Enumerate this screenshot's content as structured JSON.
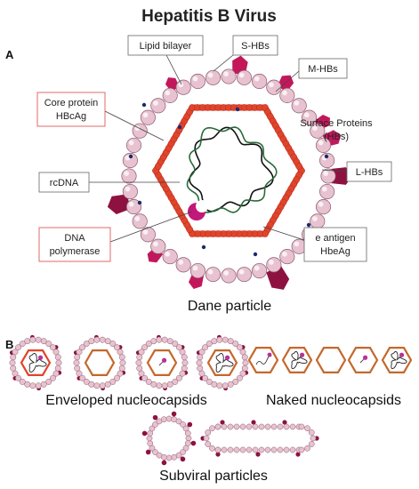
{
  "title": "Hepatitis B Virus",
  "panel_a": {
    "letter": "A",
    "caption": "Dane particle",
    "labels": {
      "lipid_bilayer": "Lipid bilayer",
      "s_hbs": "S-HBs",
      "m_hbs": "M-HBs",
      "core_line1": "Core protein",
      "core_line2": "HBcAg",
      "surface_line1": "Surface Proteins",
      "surface_line2": "(HBs)",
      "rcdna": "rcDNA",
      "l_hbs": "L-HBs",
      "polymerase_line1": "DNA",
      "polymerase_line2": "polymerase",
      "eantigen_line1": "e antigen",
      "eantigen_line2": "HbeAg"
    }
  },
  "panel_b": {
    "letter": "B",
    "enveloped": "Enveloped nucleocapsids",
    "naked": "Naked nucleocapsids",
    "subviral": "Subviral particles"
  },
  "colors": {
    "bead": "#e8c2d0",
    "bead_stroke": "#8a5a6c",
    "capsid": "#e0442c",
    "capsid_small": "#c4682c",
    "protein": "#c2185b",
    "protein_dark": "#8e1240",
    "dna_green": "#2a6a3a",
    "polymerase": "#c2187a"
  }
}
